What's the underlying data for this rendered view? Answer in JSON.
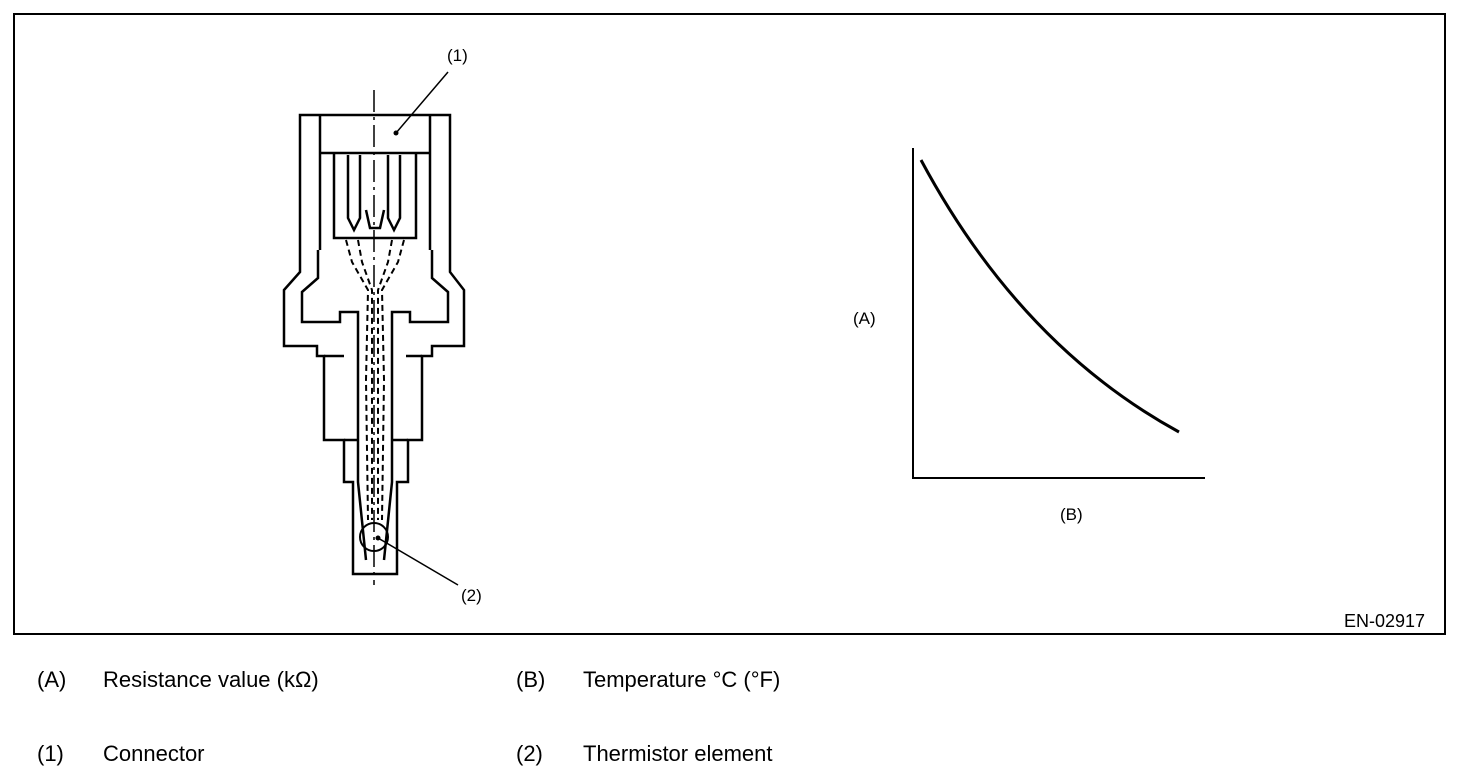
{
  "figure": {
    "code": "EN-02917",
    "callouts": {
      "one": "(1)",
      "two": "(2)"
    },
    "graph": {
      "y_axis": "(A)",
      "x_axis": "(B)"
    }
  },
  "legend": [
    {
      "key": "(A)",
      "text": "Resistance value (kΩ)"
    },
    {
      "key": "(B)",
      "text": "Temperature °C (°F)"
    },
    {
      "key": "(1)",
      "text": "Connector"
    },
    {
      "key": "(2)",
      "text": "Thermistor element"
    }
  ]
}
